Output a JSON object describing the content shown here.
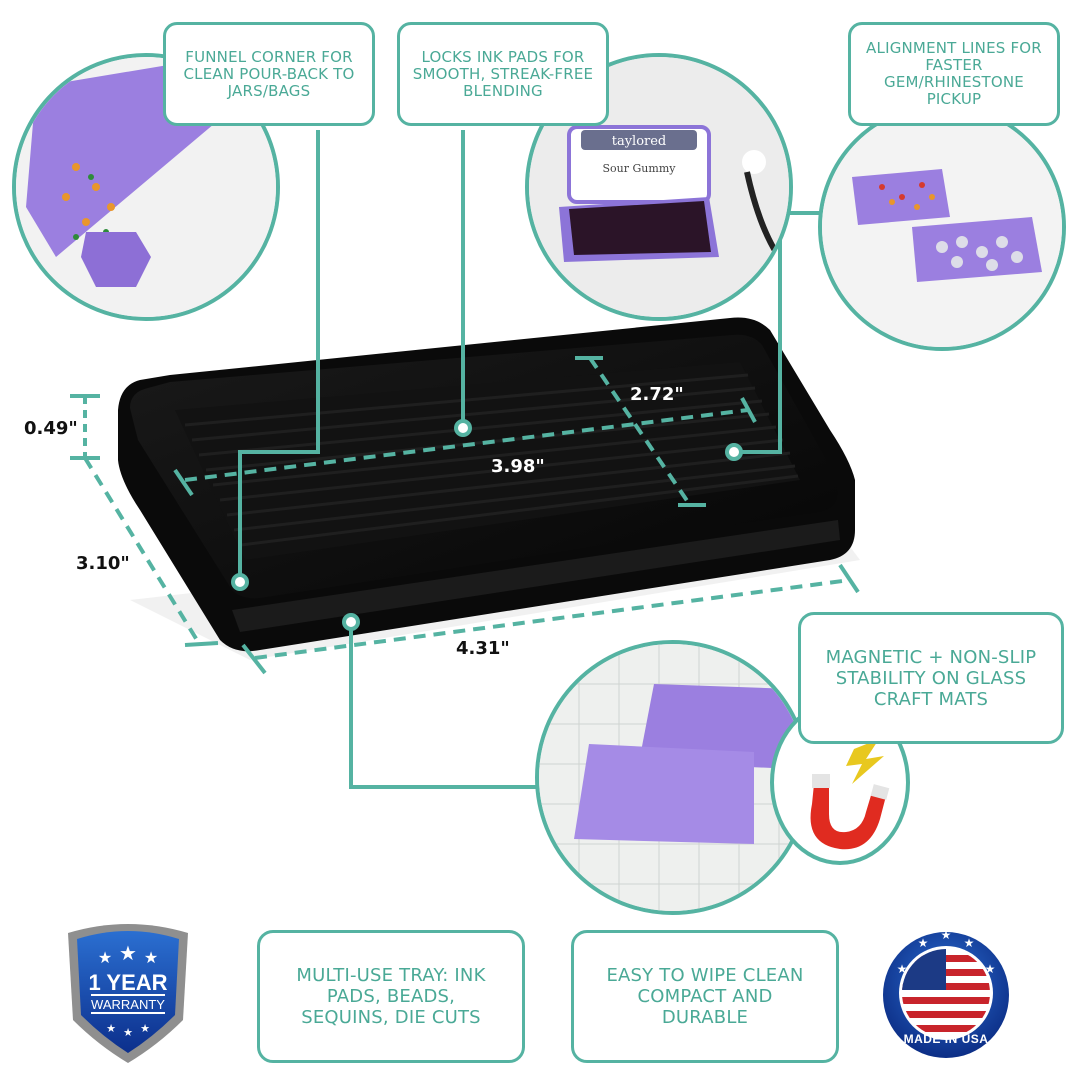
{
  "theme": {
    "accent": "#55b3a2",
    "callout_text": "#4aa996",
    "tray": "#0d0d0d",
    "purple": "#9b7fe0"
  },
  "callouts": {
    "funnel": "FUNNEL CORNER FOR CLEAN POUR-BACK TO JARS/BAGS",
    "ink_pads": "LOCKS INK PADS FOR SMOOTH, STREAK-FREE BLENDING",
    "alignment": "ALIGNMENT LINES FOR FASTER GEM/RHINESTONE PICKUP",
    "magnetic": "MAGNETIC + NON-SLIP STABILITY ON GLASS CRAFT MATS",
    "multi_use": "MULTI-USE TRAY: INK PADS, BEADS, SEQUINS, DIE CUTS",
    "easy_clean": "EASY TO WIPE CLEAN COMPACT AND DURABLE"
  },
  "dimensions": {
    "height": "0.49\"",
    "depth": "3.10\"",
    "length": "4.31\"",
    "inner_length": "3.98\"",
    "inner_width": "2.72\""
  },
  "ink_pad": {
    "brand": "taylored",
    "color_name": "Sour Gummy"
  },
  "badges": {
    "warranty_top": "1 YEAR",
    "warranty_bottom": "WARRANTY",
    "usa": "MADE IN USA"
  }
}
